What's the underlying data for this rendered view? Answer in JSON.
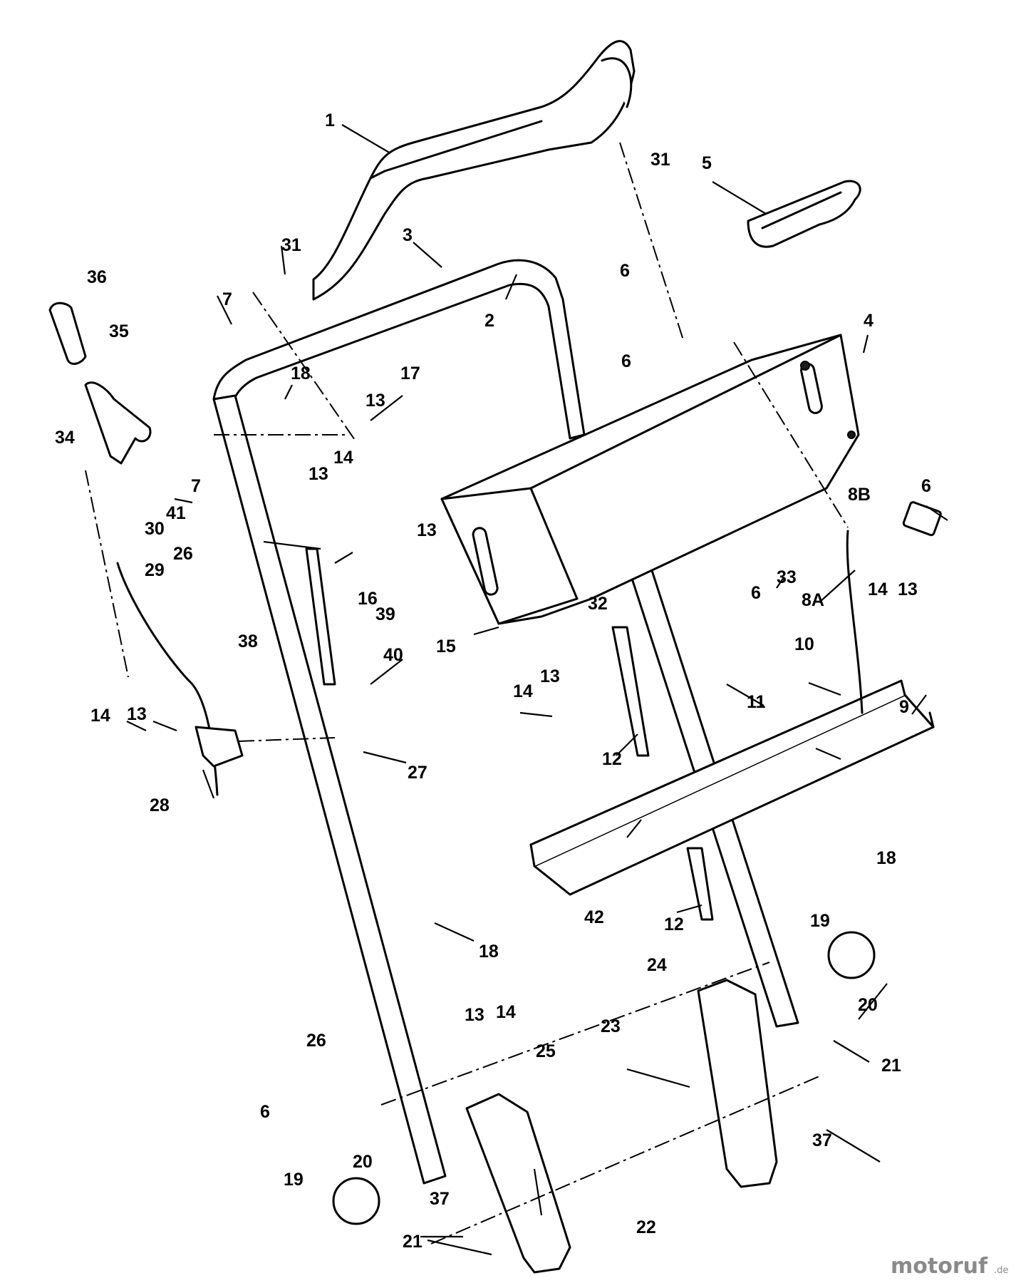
{
  "callouts": [
    {
      "id": "c1",
      "text": "1"
    },
    {
      "id": "c2",
      "text": "2"
    },
    {
      "id": "c3",
      "text": "3"
    },
    {
      "id": "c4",
      "text": "4"
    },
    {
      "id": "c5",
      "text": "5"
    },
    {
      "id": "c6a",
      "text": "6"
    },
    {
      "id": "c6b",
      "text": "6"
    },
    {
      "id": "c6c",
      "text": "6"
    },
    {
      "id": "c6d",
      "text": "6"
    },
    {
      "id": "c6e",
      "text": "6"
    },
    {
      "id": "c7a",
      "text": "7"
    },
    {
      "id": "c7b",
      "text": "7"
    },
    {
      "id": "c8a",
      "text": "8A"
    },
    {
      "id": "c8b",
      "text": "8B"
    },
    {
      "id": "c9",
      "text": "9"
    },
    {
      "id": "c10",
      "text": "10"
    },
    {
      "id": "c11",
      "text": "11"
    },
    {
      "id": "c12a",
      "text": "12"
    },
    {
      "id": "c12b",
      "text": "12"
    },
    {
      "id": "c13a",
      "text": "13"
    },
    {
      "id": "c13b",
      "text": "13"
    },
    {
      "id": "c13c",
      "text": "13"
    },
    {
      "id": "c13d",
      "text": "13"
    },
    {
      "id": "c13e",
      "text": "13"
    },
    {
      "id": "c13f",
      "text": "13"
    },
    {
      "id": "c13g",
      "text": "13"
    },
    {
      "id": "c14a",
      "text": "14"
    },
    {
      "id": "c14b",
      "text": "14"
    },
    {
      "id": "c14c",
      "text": "14"
    },
    {
      "id": "c14d",
      "text": "14"
    },
    {
      "id": "c14e",
      "text": "14"
    },
    {
      "id": "c15",
      "text": "15"
    },
    {
      "id": "c16",
      "text": "16"
    },
    {
      "id": "c17",
      "text": "17"
    },
    {
      "id": "c18a",
      "text": "18"
    },
    {
      "id": "c18b",
      "text": "18"
    },
    {
      "id": "c18c",
      "text": "18"
    },
    {
      "id": "c19a",
      "text": "19"
    },
    {
      "id": "c19b",
      "text": "19"
    },
    {
      "id": "c20a",
      "text": "20"
    },
    {
      "id": "c20b",
      "text": "20"
    },
    {
      "id": "c21a",
      "text": "21"
    },
    {
      "id": "c21b",
      "text": "21"
    },
    {
      "id": "c22",
      "text": "22"
    },
    {
      "id": "c23",
      "text": "23"
    },
    {
      "id": "c24",
      "text": "24"
    },
    {
      "id": "c25",
      "text": "25"
    },
    {
      "id": "c26a",
      "text": "26"
    },
    {
      "id": "c26b",
      "text": "26"
    },
    {
      "id": "c27",
      "text": "27"
    },
    {
      "id": "c28",
      "text": "28"
    },
    {
      "id": "c29",
      "text": "29"
    },
    {
      "id": "c30",
      "text": "30"
    },
    {
      "id": "c31a",
      "text": "31"
    },
    {
      "id": "c31b",
      "text": "31"
    },
    {
      "id": "c32",
      "text": "32"
    },
    {
      "id": "c33",
      "text": "33"
    },
    {
      "id": "c34",
      "text": "34"
    },
    {
      "id": "c35",
      "text": "35"
    },
    {
      "id": "c36",
      "text": "36"
    },
    {
      "id": "c37a",
      "text": "37"
    },
    {
      "id": "c37b",
      "text": "37"
    },
    {
      "id": "c38",
      "text": "38"
    },
    {
      "id": "c39",
      "text": "39"
    },
    {
      "id": "c40",
      "text": "40"
    },
    {
      "id": "c41",
      "text": "41"
    },
    {
      "id": "c42",
      "text": "42"
    }
  ],
  "watermark": {
    "brand": "motoruf",
    "suffix": ".de"
  }
}
